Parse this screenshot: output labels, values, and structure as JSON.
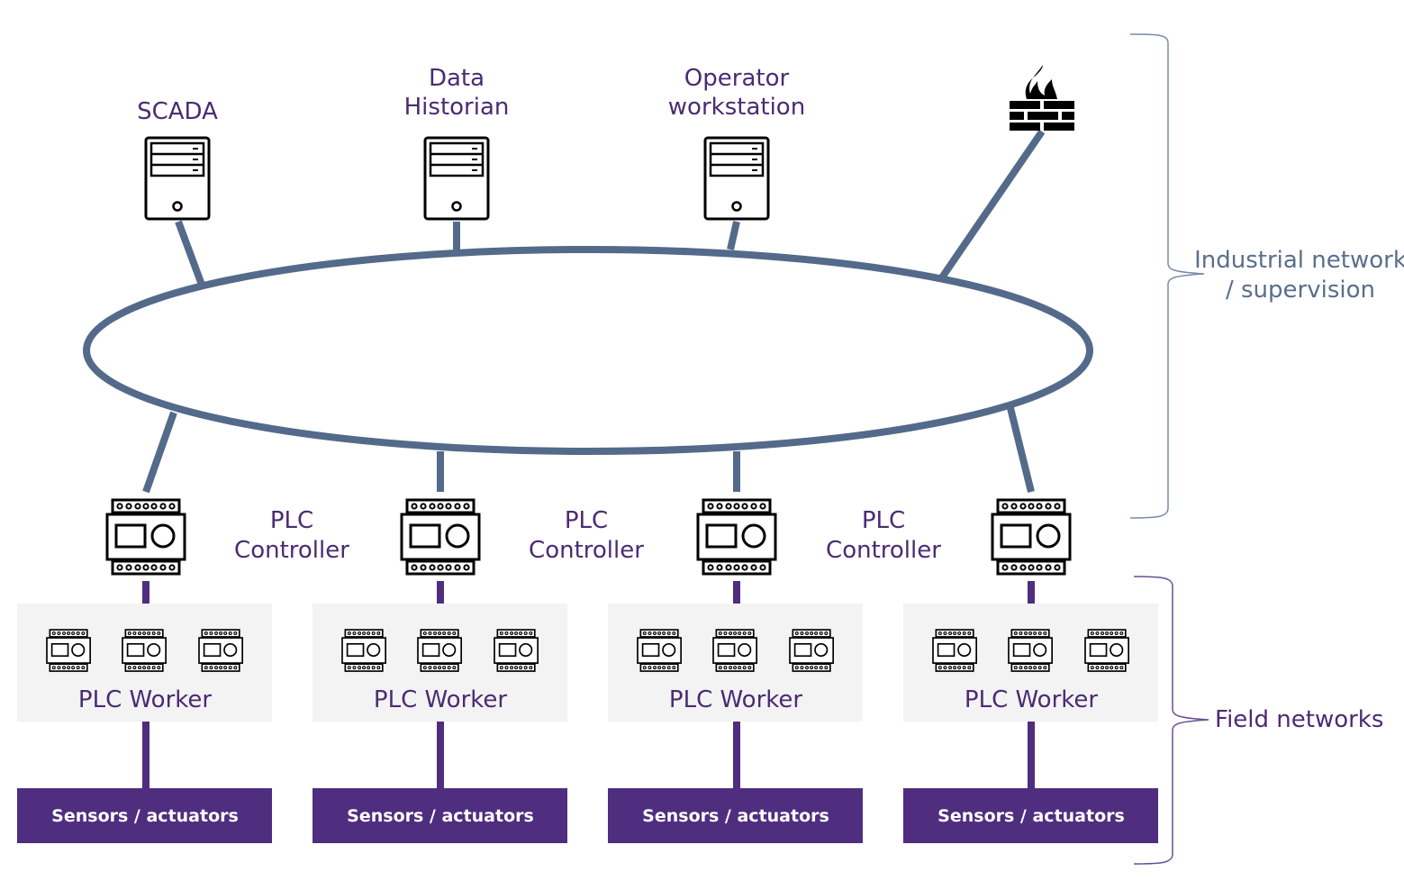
{
  "servers": [
    {
      "label_lines": [
        "SCADA"
      ],
      "icon": "server-icon"
    },
    {
      "label_lines": [
        "Data",
        "Historian"
      ],
      "icon": "server-icon"
    },
    {
      "label_lines": [
        "Operator",
        "workstation"
      ],
      "icon": "server-icon"
    }
  ],
  "firewall": {
    "icon": "firewall-icon"
  },
  "controllers": [
    {
      "label_lines": [
        "PLC",
        "Controller"
      ]
    },
    {
      "label_lines": [
        "PLC",
        "Controller"
      ]
    },
    {
      "label_lines": [
        "PLC",
        "Controller"
      ]
    }
  ],
  "worker_groups": [
    {
      "label": "PLC Worker",
      "sensor_label": "Sensors / actuators"
    },
    {
      "label": "PLC Worker",
      "sensor_label": "Sensors / actuators"
    },
    {
      "label": "PLC Worker",
      "sensor_label": "Sensors / actuators"
    },
    {
      "label": "PLC Worker",
      "sensor_label": "Sensors / actuators"
    }
  ],
  "brackets": {
    "industrial_lines": [
      "Industrial network",
      "/ supervision"
    ],
    "field": "Field networks"
  },
  "colors": {
    "network": "#546a8a",
    "purple": "#4f2d7f",
    "panel": "#f3f3f3",
    "bracket_top": "#7a8aa6",
    "bracket_bottom": "#6b4f96"
  }
}
